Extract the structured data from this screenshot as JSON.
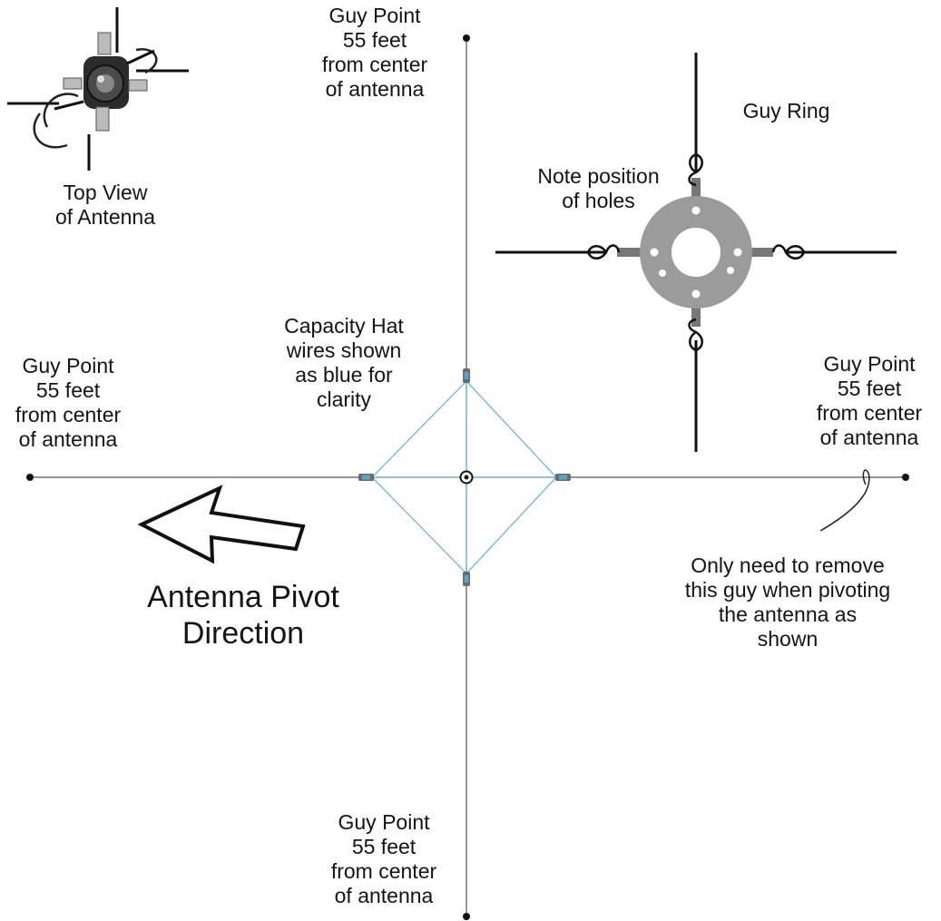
{
  "labels": {
    "guy_top": [
      "Guy Point",
      "55 feet",
      "from center",
      "of antenna"
    ],
    "guy_left": [
      "Guy Point",
      "55 feet",
      "from center",
      "of antenna"
    ],
    "guy_right": [
      "Guy Point",
      "55 feet",
      "from center",
      "of antenna"
    ],
    "guy_bottom": [
      "Guy Point",
      "55 feet",
      "from center",
      "of antenna"
    ],
    "top_view": [
      "Top View",
      "of Antenna"
    ],
    "guy_ring": "Guy Ring",
    "note_holes": [
      "Note position",
      "of holes"
    ],
    "capacity_hat": [
      "Capacity Hat",
      "wires  shown",
      "as blue for",
      "clarity"
    ],
    "pivot": [
      "Antenna Pivot",
      "Direction"
    ],
    "remove_note": [
      "Only need to remove",
      "this  guy  when pivoting",
      "the antenna as",
      "shown"
    ]
  },
  "colors": {
    "guy_line": "#555555",
    "hat_wire": "#6fb6dc",
    "ring": "#9b9b9b",
    "ink": "#111111"
  }
}
